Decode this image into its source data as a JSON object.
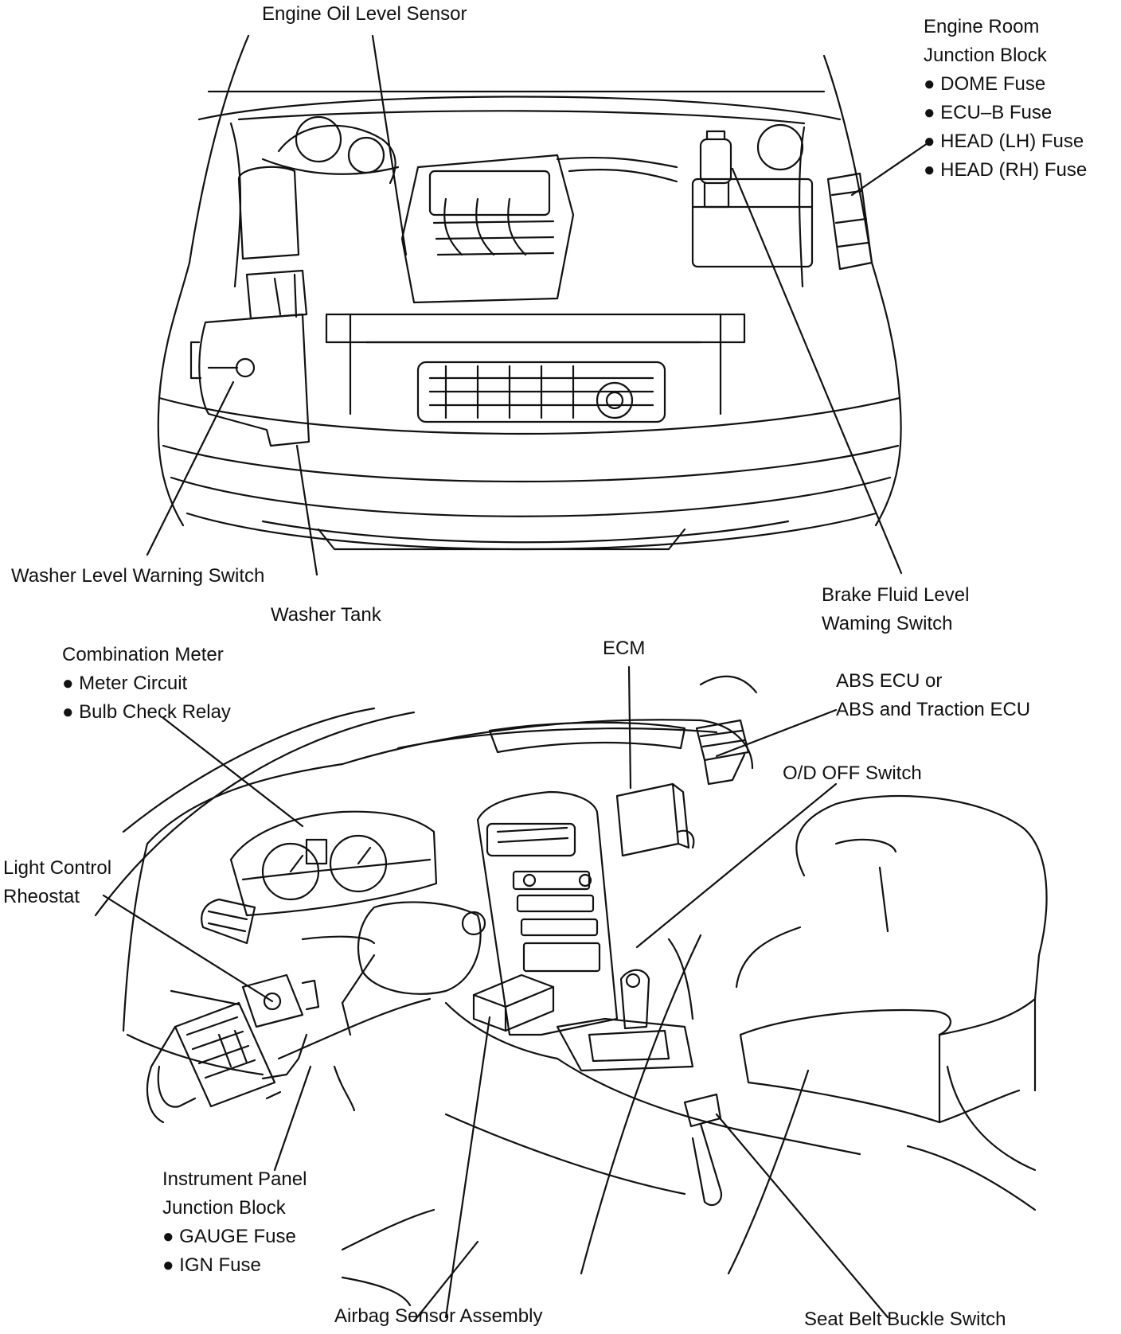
{
  "labels": {
    "engine_oil_level_sensor": [
      "Engine Oil Level Sensor"
    ],
    "engine_room_junction_block": [
      "Engine Room",
      "Junction Block"
    ],
    "engine_room_junction_block_items": [
      "DOME Fuse",
      "ECU–B Fuse",
      "HEAD (LH) Fuse",
      "HEAD (RH) Fuse"
    ],
    "washer_level_warning_switch": [
      "Washer Level Warning Switch"
    ],
    "washer_tank": [
      "Washer Tank"
    ],
    "brake_fluid_level_warning_switch": [
      "Brake Fluid Level",
      "Waming Switch"
    ],
    "combination_meter": [
      "Combination Meter"
    ],
    "combination_meter_items": [
      "Meter Circuit",
      "Bulb Check Relay"
    ],
    "ecm": [
      "ECM"
    ],
    "abs_ecu": [
      "ABS ECU or",
      "ABS and Traction ECU"
    ],
    "od_off_switch": [
      "O/D OFF Switch"
    ],
    "light_control_rheostat": [
      "Light Control",
      "Rheostat"
    ],
    "instrument_panel_junction_block": [
      "Instrument Panel",
      "Junction Block"
    ],
    "instrument_panel_junction_block_items": [
      "GAUGE Fuse",
      "IGN Fuse"
    ],
    "airbag_sensor_assembly": [
      "Airbag Sensor Assembly"
    ],
    "seat_belt_buckle_switch": [
      "Seat Belt Buckle Switch"
    ]
  }
}
